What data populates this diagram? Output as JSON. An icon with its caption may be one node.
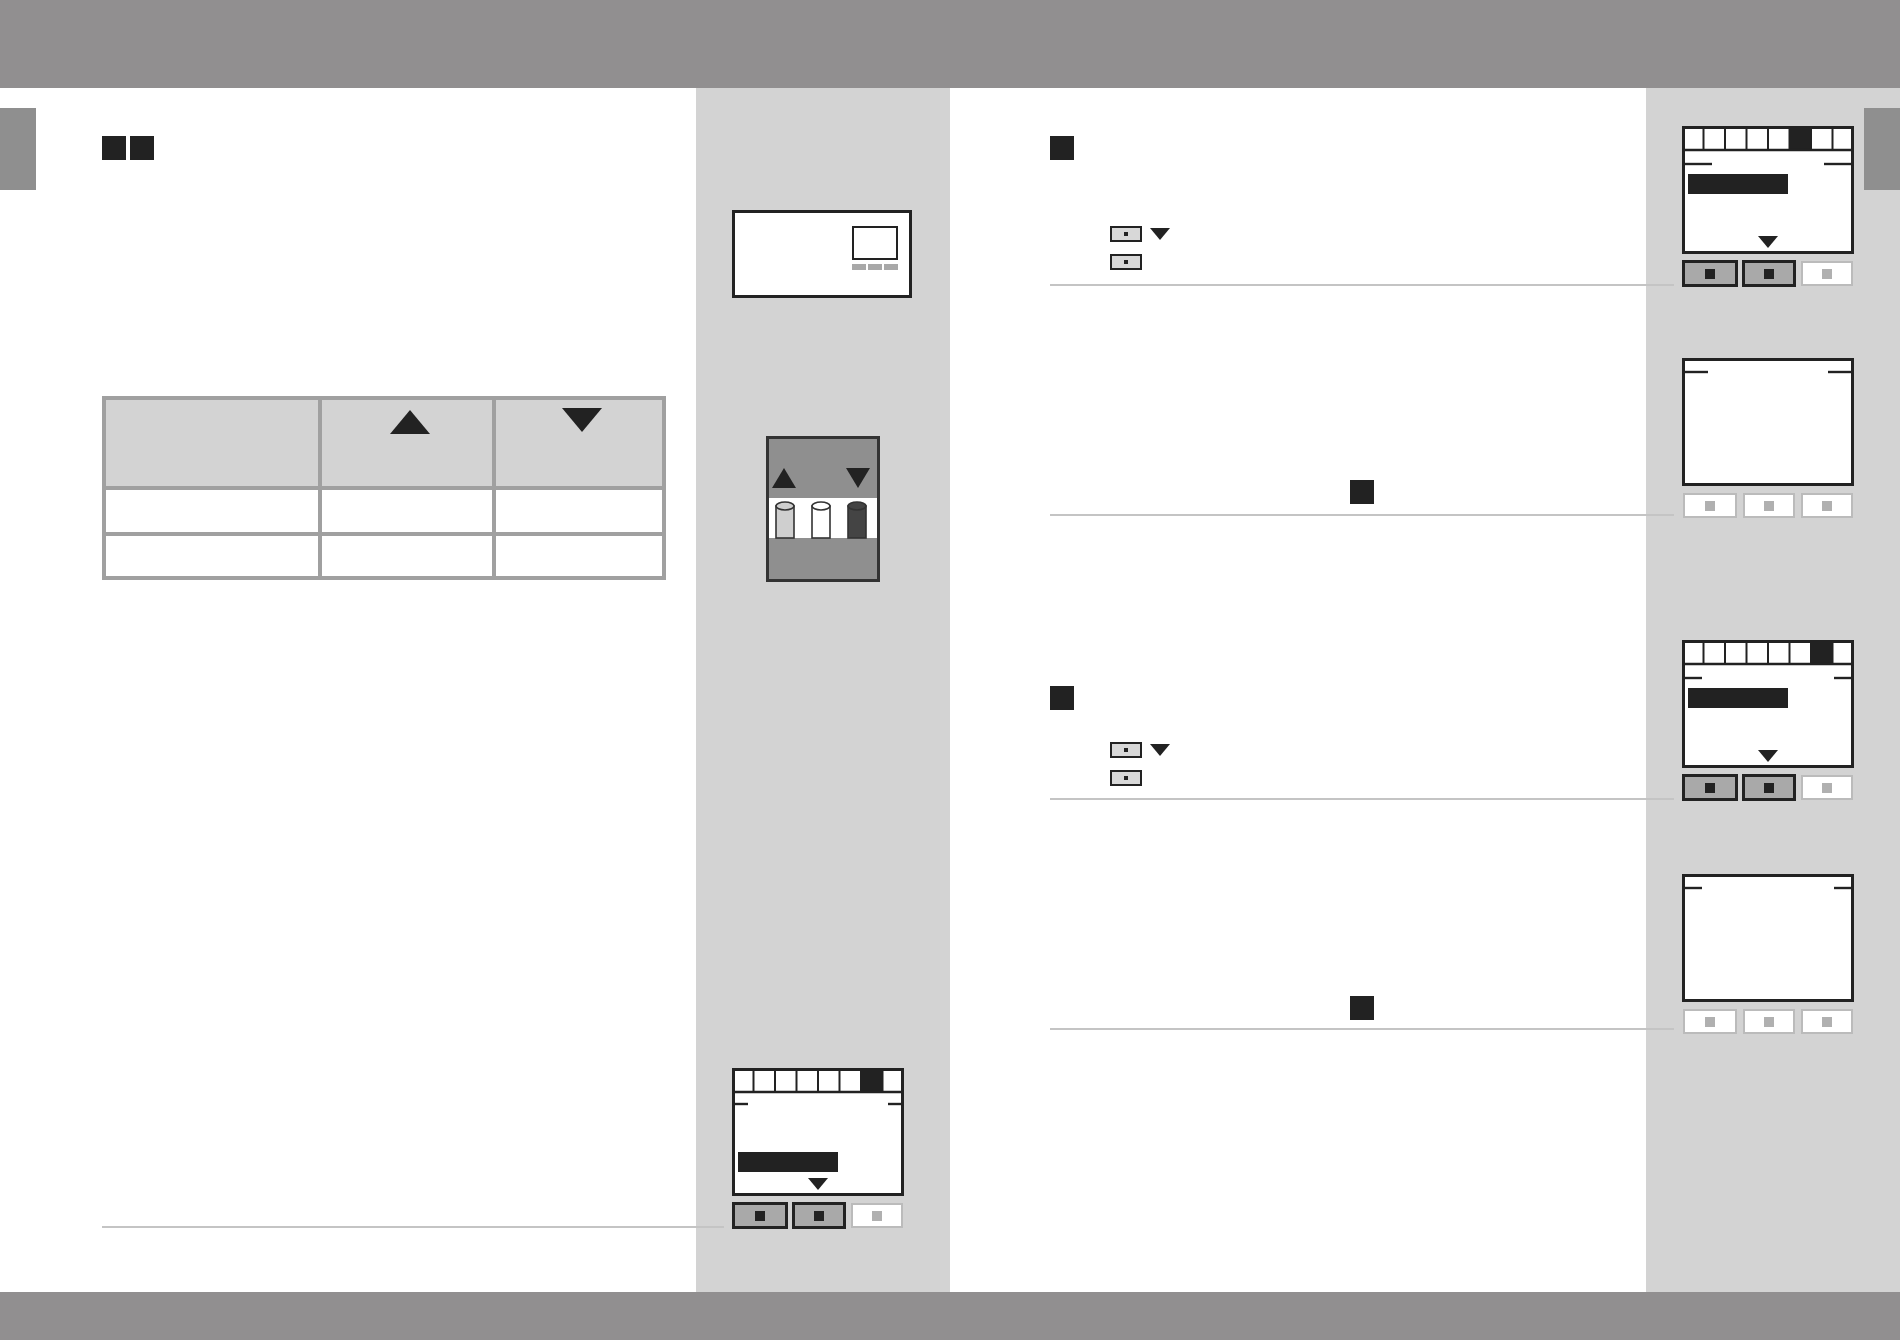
{
  "diagram": {
    "nodes": [
      {
        "text": [],
        "shape": "picture"
      },
      {
        "text": [],
        "shape": "picture"
      },
      {
        "text": [],
        "shape": "picture"
      },
      {
        "text": [],
        "shape": "picture"
      },
      {
        "text": [],
        "shape": "picture"
      },
      {
        "text": [],
        "shape": "picture"
      },
      {
        "text": [],
        "shape": "picture"
      }
    ]
  }
}
